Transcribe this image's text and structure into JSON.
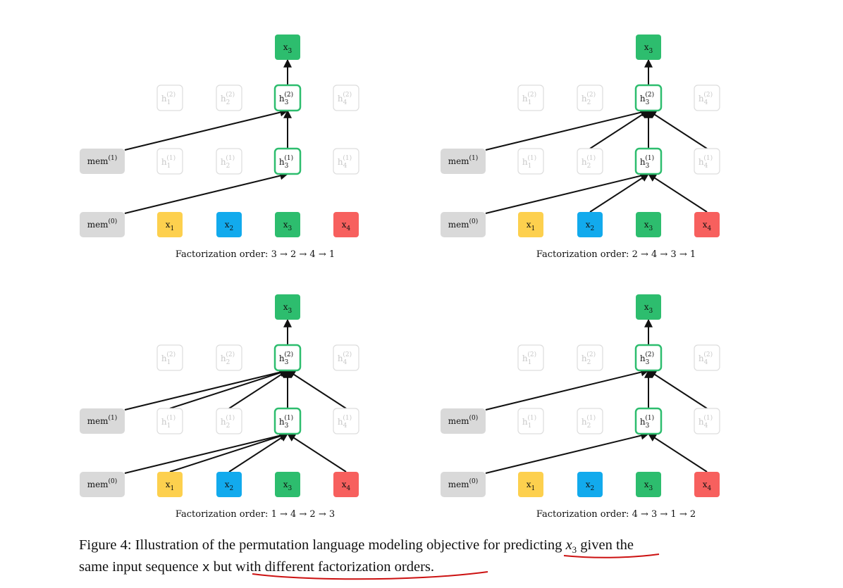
{
  "colors": {
    "x1": "#fdd04e",
    "x2": "#12aaed",
    "x3": "#2dbd6e",
    "x4": "#f7605e",
    "mem": "#d9d9d9",
    "hidden_inactive_border": "#dddddd",
    "hidden_active_border": "#2dbd6e",
    "edge": "#111111",
    "annotation_red": "#cc1111"
  },
  "panels": [
    {
      "id": "top-left",
      "caption": "Factorization order: 3 → 2 → 4 → 1",
      "mem_top": "mem",
      "mem_top_sup": "(1)",
      "mem_bottom": "mem",
      "mem_bottom_sup": "(0)",
      "layer1_active": [
        false,
        false,
        true,
        false
      ],
      "layer1_sources": [
        "mem"
      ],
      "layer2_sources": [
        "mem",
        "h3"
      ]
    },
    {
      "id": "top-right",
      "caption": "Factorization order: 2 → 4 → 3 → 1",
      "mem_top": "mem",
      "mem_top_sup": "(1)",
      "mem_bottom": "mem",
      "mem_bottom_sup": "(0)",
      "layer1_active": [
        false,
        false,
        true,
        false
      ],
      "layer1_sources": [
        "mem",
        "x2",
        "x4"
      ],
      "layer2_sources": [
        "mem",
        "h2",
        "h3",
        "h4"
      ]
    },
    {
      "id": "bottom-left",
      "caption": "Factorization order: 1 → 4 → 2 → 3",
      "mem_top": "mem",
      "mem_top_sup": "(1)",
      "mem_bottom": "mem",
      "mem_bottom_sup": "(0)",
      "layer1_active": [
        false,
        false,
        true,
        false
      ],
      "layer1_sources": [
        "mem",
        "x1",
        "x2",
        "x4"
      ],
      "layer2_sources": [
        "mem",
        "h1",
        "h2",
        "h3",
        "h4"
      ]
    },
    {
      "id": "bottom-right",
      "caption": "Factorization order: 4 → 3 → 1 → 2",
      "mem_top": "mem",
      "mem_top_sup": "(0)",
      "mem_bottom": "mem",
      "mem_bottom_sup": "(0)",
      "layer1_active": [
        false,
        false,
        true,
        false
      ],
      "layer1_sources": [
        "mem",
        "x4"
      ],
      "layer2_sources": [
        "mem",
        "h3",
        "h4"
      ]
    }
  ],
  "node_labels": {
    "x": "x",
    "h": "h",
    "h_sup_layer2": "(2)",
    "h_sup_layer1": "(1)",
    "subscripts": [
      "1",
      "2",
      "3",
      "4"
    ],
    "output": "x",
    "output_sub": "3"
  },
  "figure_caption": {
    "prefix": "Figure 4: Illustration of the permutation language modeling objective for predicting ",
    "math_var": "x",
    "math_sub": "3",
    "middle": " given the",
    "line2_start": "same input sequence ",
    "bold_x": "x",
    "line2_end": " but with different factorization orders."
  }
}
